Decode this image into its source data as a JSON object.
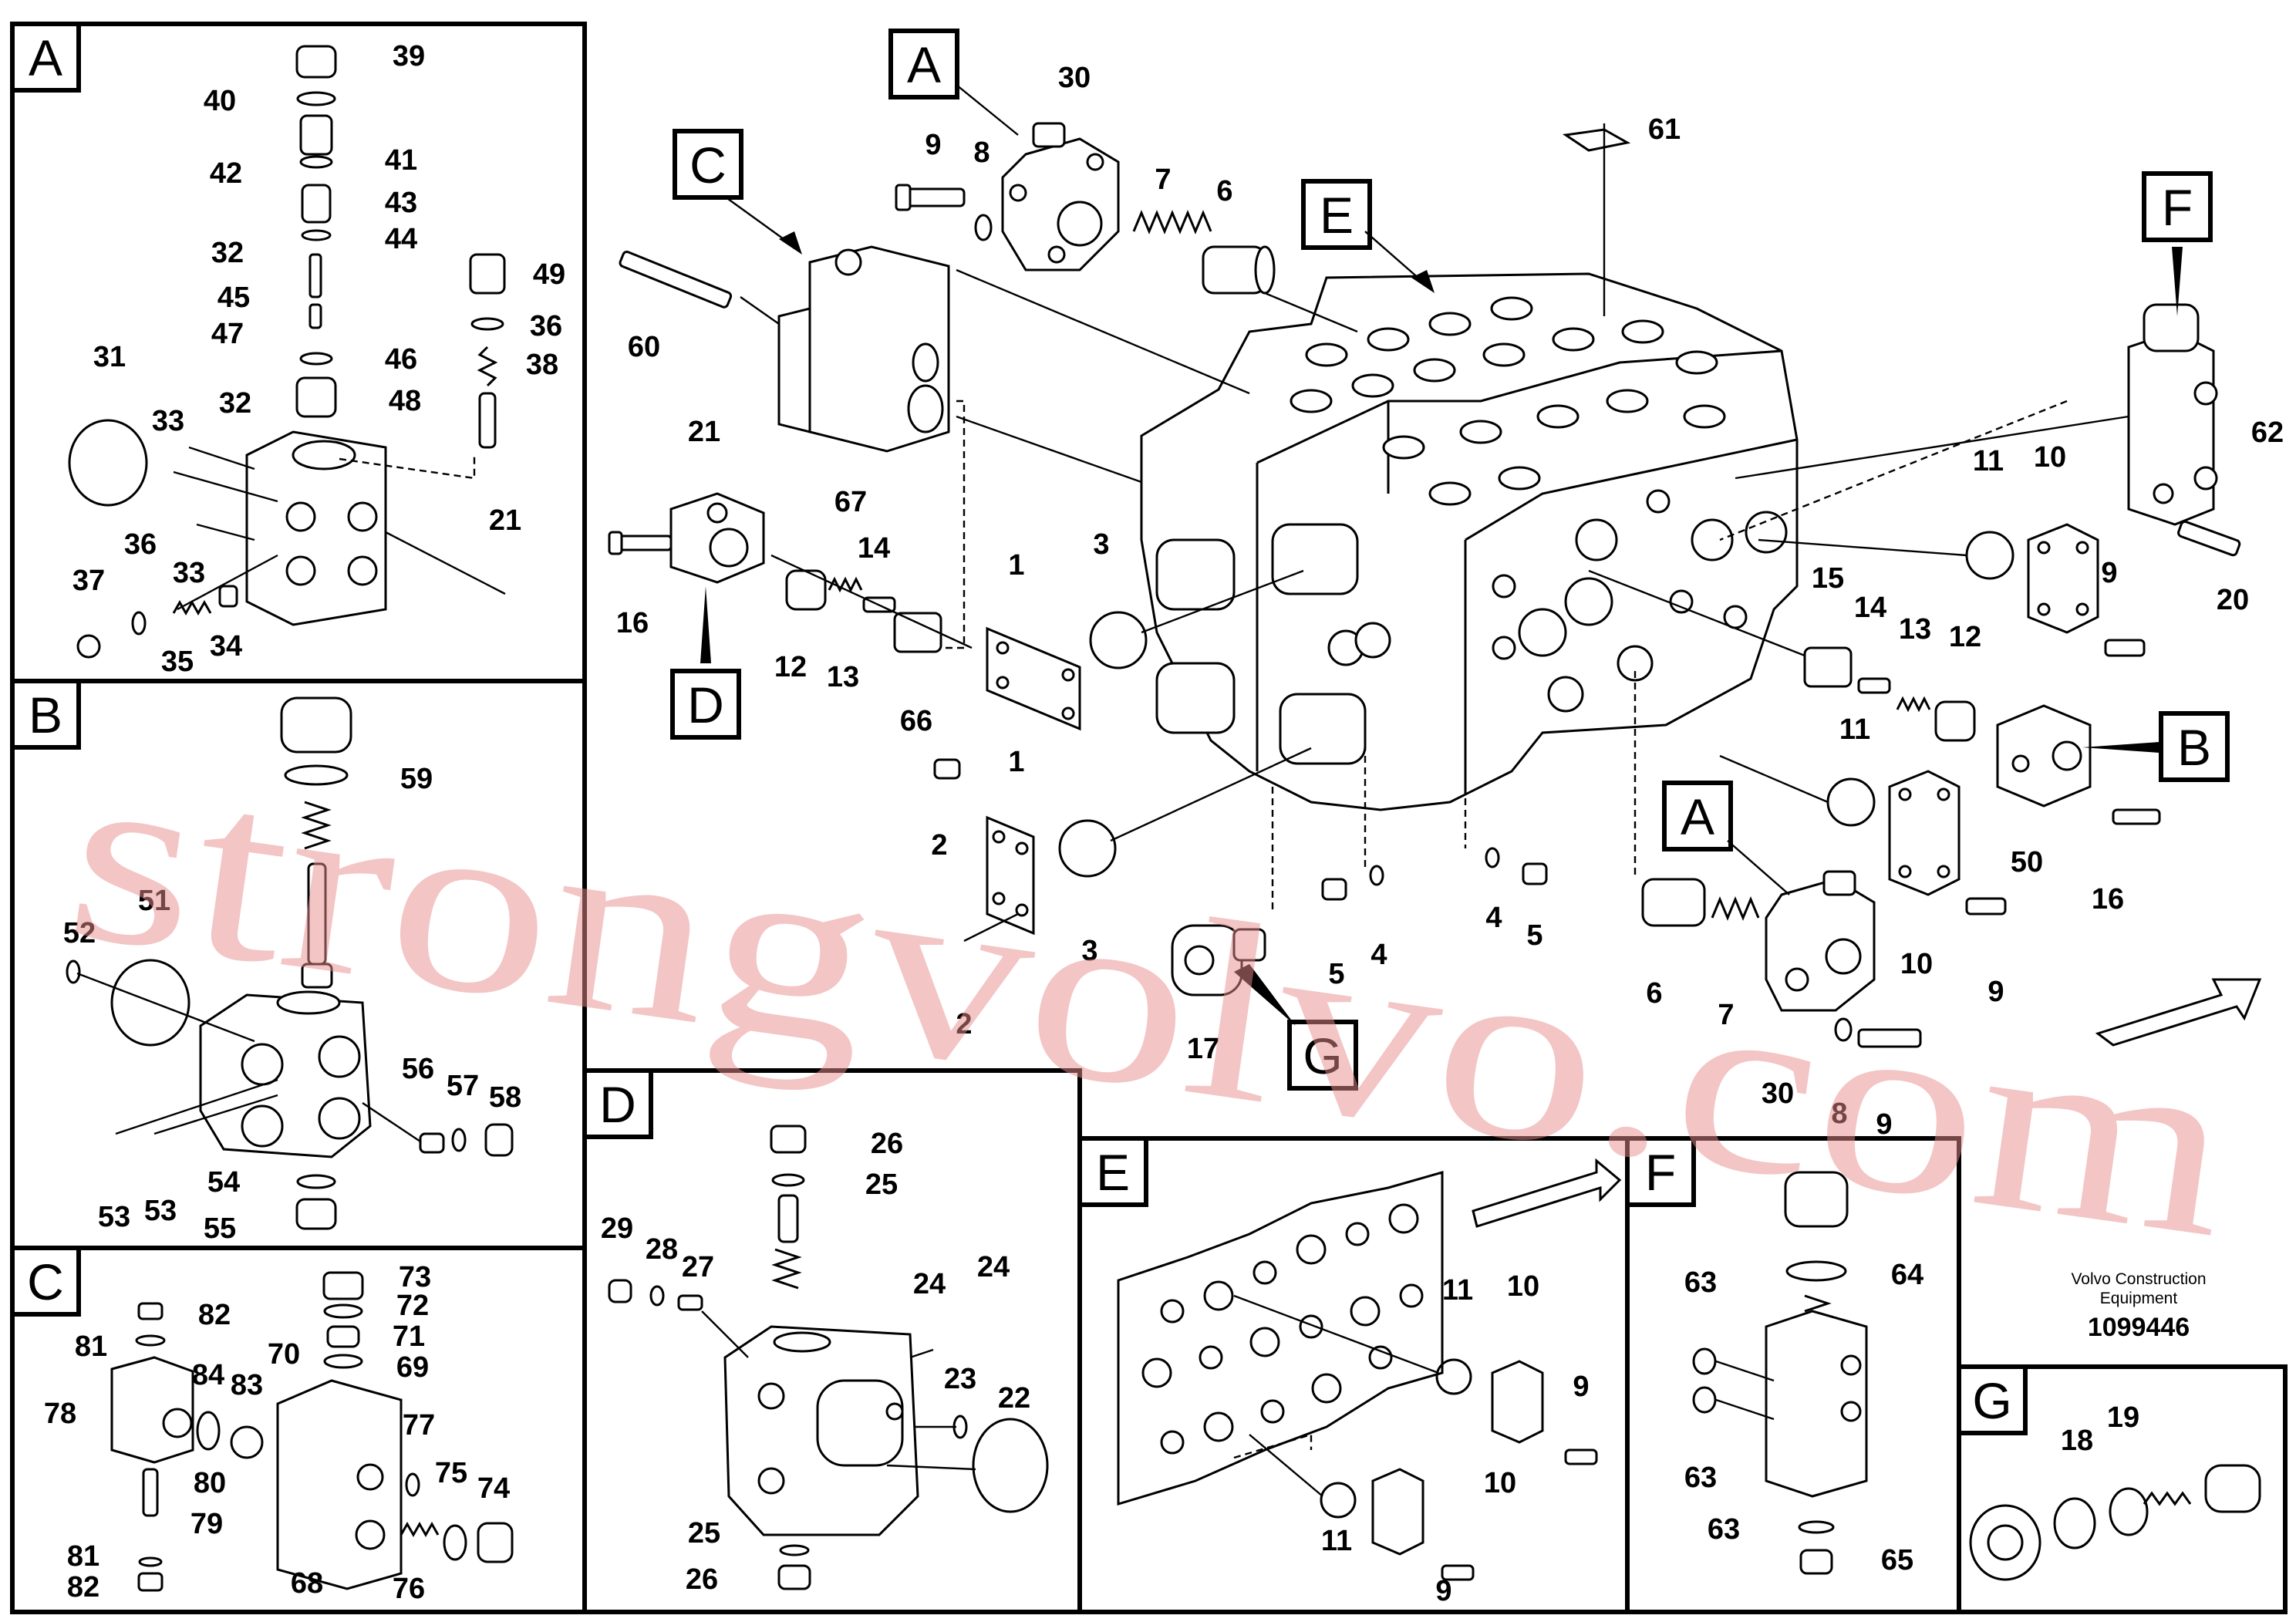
{
  "watermark": "strongvolvo.com",
  "caption": {
    "line1": "Volvo Construction",
    "line2": "Equipment",
    "doc_number": "1099446"
  },
  "view_labels": [
    "A",
    "B",
    "C",
    "D",
    "E",
    "F",
    "G"
  ],
  "main_callouts": [
    "A",
    "C",
    "D",
    "E",
    "F",
    "B",
    "A",
    "G"
  ],
  "part_numbers": {
    "main": [
      "30",
      "9",
      "8",
      "7",
      "6",
      "61",
      "60",
      "67",
      "21",
      "16",
      "12",
      "13",
      "14",
      "66",
      "1",
      "3",
      "2",
      "1",
      "3",
      "2",
      "5",
      "4",
      "4",
      "5",
      "17",
      "62",
      "11",
      "10",
      "9",
      "20",
      "15",
      "14",
      "13",
      "12",
      "11",
      "50",
      "16",
      "10",
      "9",
      "6",
      "7",
      "30",
      "8",
      "9"
    ],
    "panel_a": [
      "39",
      "40",
      "41",
      "42",
      "43",
      "32",
      "44",
      "45",
      "47",
      "46",
      "48",
      "49",
      "36",
      "38",
      "31",
      "33",
      "32",
      "21",
      "37",
      "36",
      "33",
      "35",
      "34"
    ],
    "panel_b": [
      "59",
      "51",
      "52",
      "56",
      "57",
      "58",
      "54",
      "53",
      "53",
      "55"
    ],
    "panel_c": [
      "82",
      "81",
      "84",
      "83",
      "78",
      "80",
      "79",
      "81",
      "82",
      "73",
      "72",
      "71",
      "70",
      "69",
      "77",
      "75",
      "74",
      "68",
      "76"
    ],
    "panel_d": [
      "26",
      "25",
      "29",
      "28",
      "27",
      "24",
      "24",
      "23",
      "22",
      "25",
      "26"
    ],
    "panel_e": [
      "11",
      "10",
      "9",
      "10",
      "11",
      "9"
    ],
    "panel_f": [
      "64",
      "63",
      "63",
      "63",
      "65"
    ],
    "panel_g": [
      "18",
      "19"
    ]
  }
}
